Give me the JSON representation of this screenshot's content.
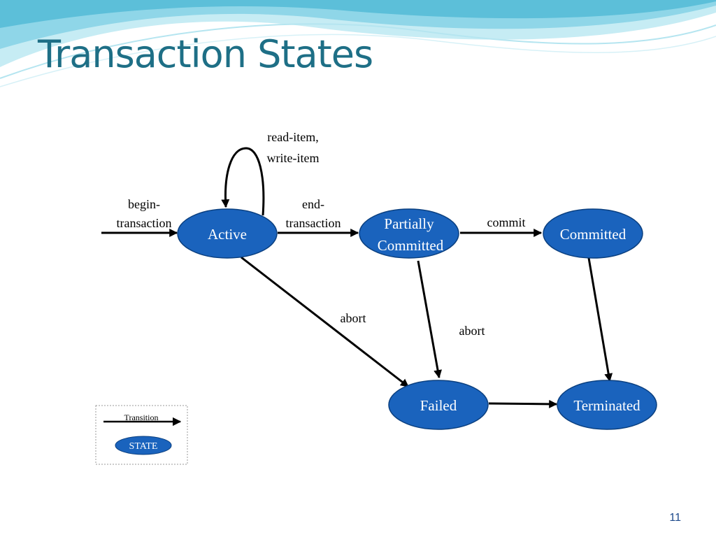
{
  "slide": {
    "title": "Transaction States",
    "number": "11"
  },
  "states": {
    "active": "Active",
    "partially_committed_line1": "Partially",
    "partially_committed_line2": "Committed",
    "committed": "Committed",
    "failed": "Failed",
    "terminated": "Terminated"
  },
  "transitions": {
    "begin_line1": "begin-",
    "begin_line2": "transaction",
    "loop_line1": "read-item,",
    "loop_line2": "write-item",
    "end_line1": "end-",
    "end_line2": "transaction",
    "commit": "commit",
    "abort_active": "abort",
    "abort_partial": "abort"
  },
  "legend": {
    "transition_label": "Transition",
    "state_label": "STATE"
  },
  "colors": {
    "title": "#1e6f86",
    "state_fill": "#1a63bd",
    "state_text": "#ffffff",
    "edge": "#000000",
    "page_number": "#1e4a8c"
  }
}
